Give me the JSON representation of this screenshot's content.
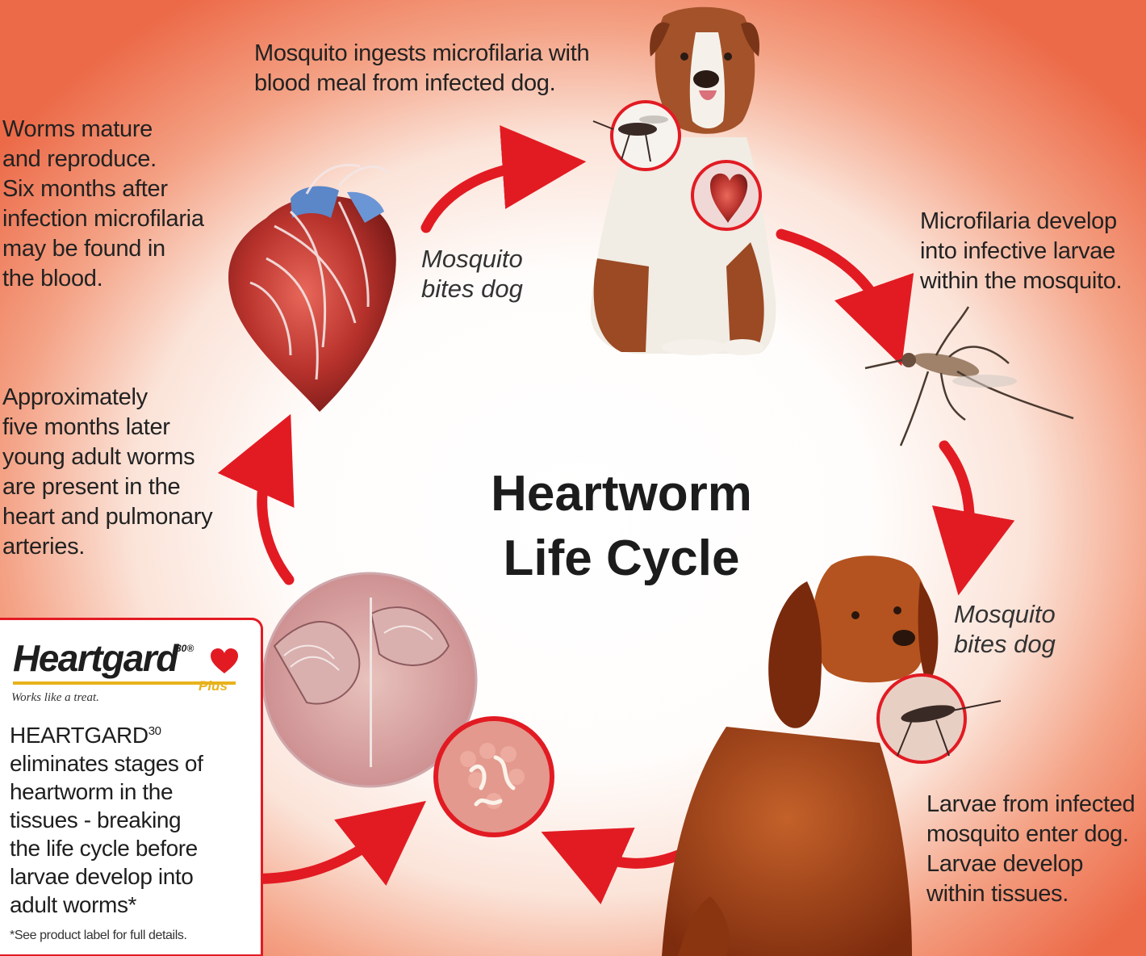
{
  "title_lines": [
    "Heartworm",
    "Life Cycle"
  ],
  "steps": {
    "mosquito_ingests": [
      "Mosquito ingests microfilaria with",
      "blood meal from infected dog."
    ],
    "microfilaria_develop": [
      "Microfilaria develop",
      "into infective larvae",
      "within the mosquito."
    ],
    "larvae_enter": [
      "Larvae from infected",
      "mosquito enter dog.",
      "Larvae develop",
      "within tissues."
    ],
    "worms_mature": [
      "Worms mature",
      "and reproduce.",
      "Six months after",
      "infection microfilaria",
      "may be found in",
      "the blood."
    ],
    "young_adults": [
      "Approximately",
      "five months later",
      "young adult worms",
      "are present in the",
      "heart and pulmonary",
      "arteries."
    ]
  },
  "arrow_labels": {
    "bites_top": [
      "Mosquito",
      "bites dog"
    ],
    "bites_right": [
      "Mosquito",
      "bites dog"
    ]
  },
  "promo": {
    "brand": "Heartgard",
    "brand_sup": "30®",
    "brand_plus": "Plus",
    "tagline": "Works like a treat.",
    "product": "HEARTGARD",
    "product_sup": "30",
    "lines": [
      "eliminates stages of",
      "heartworm in the",
      "tissues - breaking",
      "the life cycle before",
      "larvae develop into",
      "adult worms*"
    ],
    "note": "*See product label for full details."
  },
  "colors": {
    "arrow": "#e21b23",
    "ring": "#e21b23",
    "text": "#222222"
  },
  "icons": [
    "dog-illustration",
    "heart-illustration",
    "mosquito-illustration",
    "tissue-magnifier",
    "larvae-magnifier",
    "heart-icon"
  ]
}
